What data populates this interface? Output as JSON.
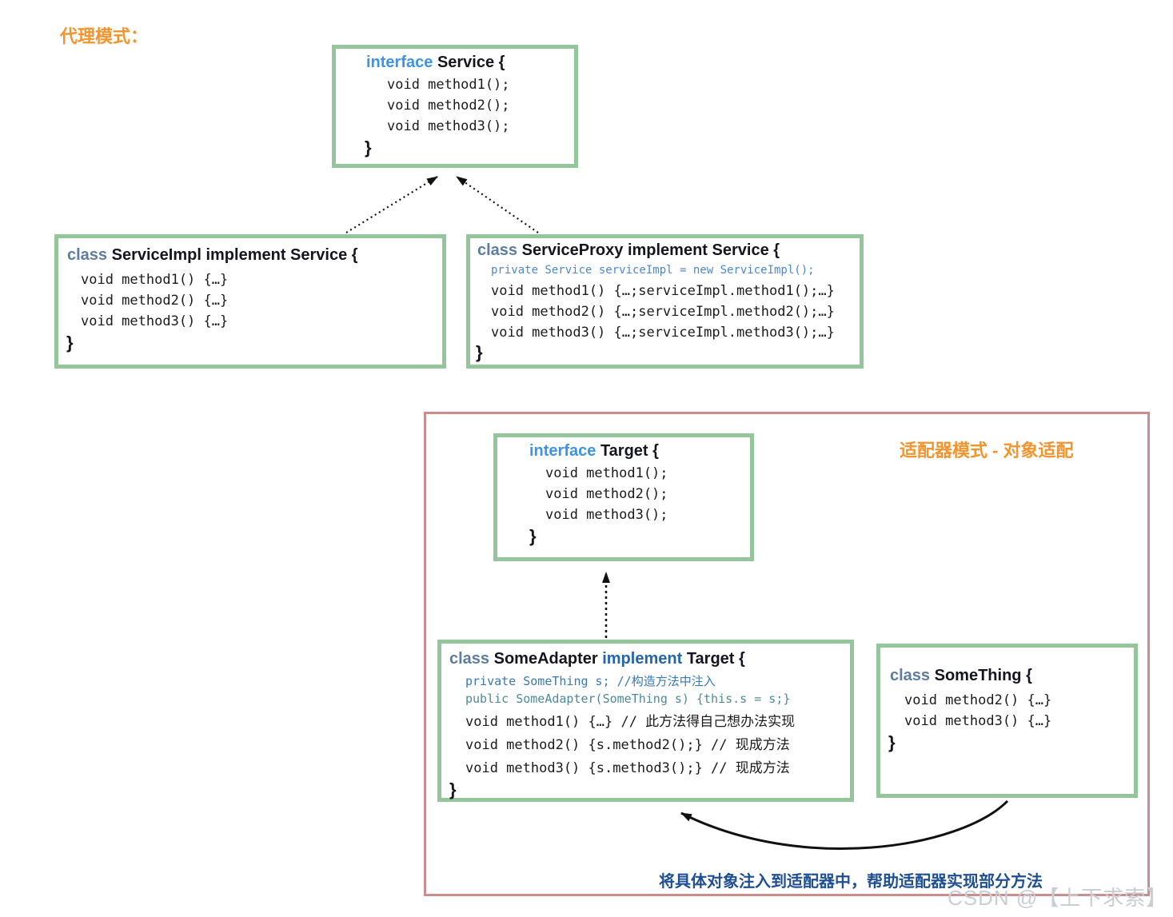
{
  "titles": {
    "proxy_pattern": "代理模式：",
    "adapter_pattern": "适配器模式 - 对象适配",
    "adapter_note": "将具体对象注入到适配器中，帮助适配器实现部分方法",
    "watermark": "CSDN @【上下求索】"
  },
  "boxes": {
    "service_interface": {
      "keyword": "interface",
      "title": "Service {",
      "lines": [
        "void method1();",
        "void method2();",
        "void method3();"
      ],
      "close": "}"
    },
    "service_impl": {
      "keyword": "class",
      "title": "ServiceImpl implement Service {",
      "lines": [
        "void method1() {…}",
        "void method2() {…}",
        "void method3() {…}"
      ],
      "close": "}"
    },
    "service_proxy": {
      "keyword": "class",
      "title": "ServiceProxy implement Service {",
      "field": "private Service serviceImpl = new ServiceImpl();",
      "lines": [
        "void method1() {…;serviceImpl.method1();…}",
        "void method2() {…;serviceImpl.method2();…}",
        "void method3() {…;serviceImpl.method3();…}"
      ],
      "close": "}"
    },
    "target_interface": {
      "keyword": "interface",
      "title": "Target {",
      "lines": [
        "void method1();",
        "void method2();",
        "void method3();"
      ],
      "close": "}"
    },
    "some_adapter": {
      "keyword": "class",
      "name": "SomeAdapter",
      "implement_keyword": "implement",
      "super_name": "Target {",
      "field_private": "private SomeThing s; //构造方法中注入",
      "field_public": "public SomeAdapter(SomeThing s) {this.s = s;}",
      "lines": [
        "void method1() {…} // 此方法得自己想办法实现",
        "void method2() {s.method2();} // 现成方法",
        "void method3() {s.method3();} // 现成方法"
      ],
      "close": "}"
    },
    "some_thing": {
      "keyword": "class",
      "title": "SomeThing {",
      "lines": [
        "void method2() {…}",
        "void method3() {…}"
      ],
      "close": "}"
    }
  },
  "colors": {
    "green_border": "#95c59b",
    "pink_border": "#ca8e8e",
    "orange": "#f0952f",
    "interface_blue": "#3b94e9",
    "class_keyword_blue": "#5d7ca0",
    "implement_blue": "#2565ae",
    "proxy_field_blue": "#4c88cb",
    "adapter_private_blue": "#3878b4",
    "adapter_public_teal": "#4d8a96",
    "note_blue": "#1f4f93",
    "watermark_gray": "#c9ced3",
    "arrow_black": "#111111"
  }
}
